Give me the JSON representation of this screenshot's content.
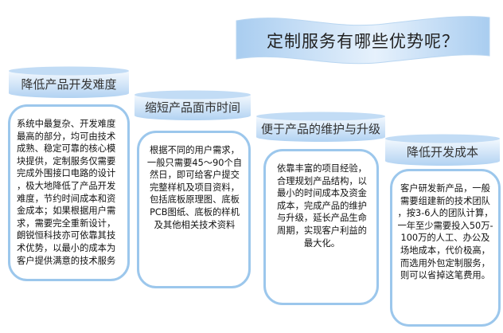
{
  "title": "定制服务有哪些优势呢？",
  "colors": {
    "header_fill_top": "#f2f8fe",
    "header_fill_bottom": "#b4d4f3",
    "card_border": "#9cc7ec",
    "text": "#111111"
  },
  "columns": [
    {
      "heading": "降低产品开发难度",
      "lines": [
        "系统中最复杂、开发难度",
        "最高的部分，均可由技术",
        "成熟、稳定可靠的核心模",
        "块提供，定制服务仅需要",
        "完成外围接口电路的设计",
        "，极大地降低了产品开发",
        "难度，节约时间成本和资",
        "金成本；如果根据用户需",
        "求，需要完全重新设计，",
        "朗锐恒科技亦可依靠其技",
        "术优势，以最小的成本为",
        "客户提供满意的技术服务"
      ]
    },
    {
      "heading": "缩短产品面市时间",
      "lines": [
        "根据不同的用户需求，",
        "一般只需要45～90个自",
        "然日，即可给客户提交",
        "完整样机及项目资料，",
        "包括底板原理图、底板",
        "PCB图纸、底板的样机",
        "及其他相关技术资料"
      ]
    },
    {
      "heading": "便于产品的维护与升级",
      "lines": [
        "依靠丰富的项目经验，",
        "合理规划产品结构，以",
        "最小的时间成本及资金",
        "成本，完成产品的维护",
        "与升级，延长产品生命",
        "周期，实现客户利益的",
        "最大化。"
      ]
    },
    {
      "heading": "降低开发成本",
      "lines": [
        "客户研发新产品，一般",
        "需要组建新的技术团队",
        "，按3-6人的团队计算，",
        "一年至少需要投入50万-",
        "100万的人工、办公及",
        "场地成本，代价极高，",
        "而选用外包定制服务，",
        "则可以省掉这笔费用。"
      ]
    }
  ]
}
